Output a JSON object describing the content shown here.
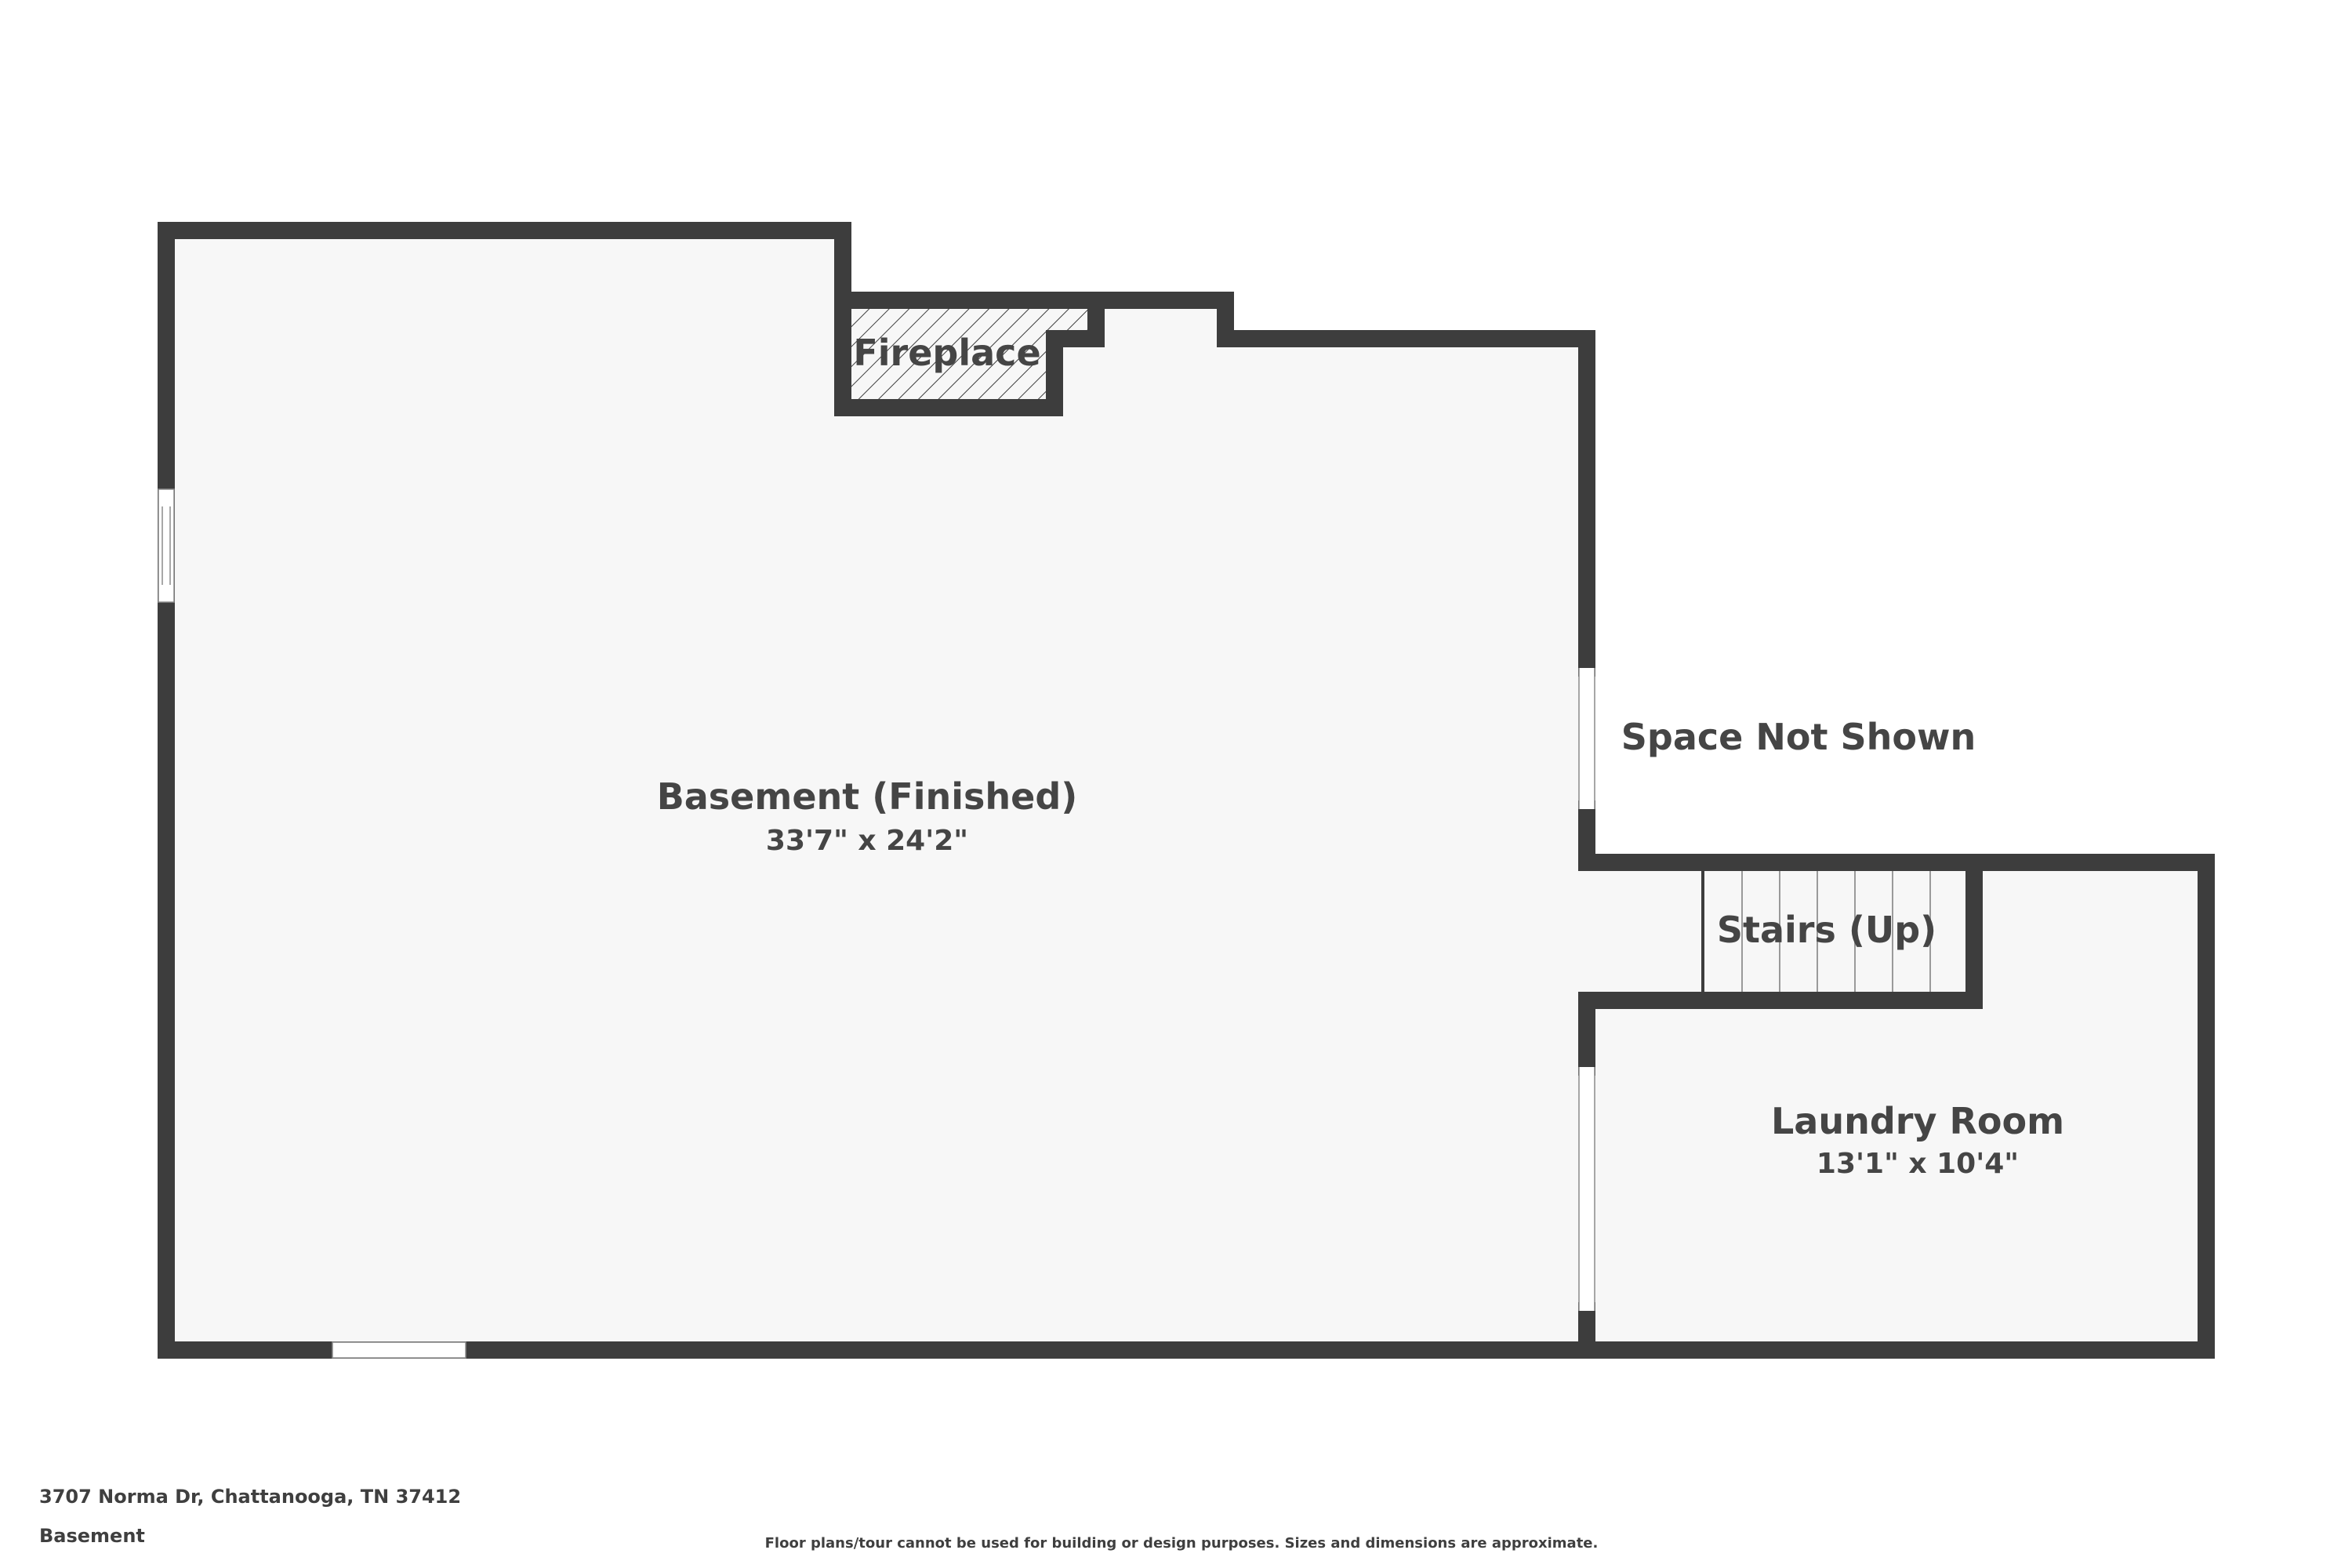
{
  "rooms": {
    "basement": {
      "name": "Basement (Finished)",
      "dimensions": "33'7\" x 24'2\""
    },
    "laundry": {
      "name": "Laundry Room",
      "dimensions": "13'1\" x 10'4\""
    },
    "stairs": {
      "name": "Stairs (Up)"
    },
    "fireplace": {
      "name": "Fireplace"
    },
    "space_not_shown": {
      "name": "Space Not Shown"
    }
  },
  "footer": {
    "address": "3707 Norma Dr, Chattanooga, TN 37412",
    "level": "Basement",
    "disclaimer": "Floor plans/tour cannot be used for building or design purposes. Sizes and dimensions are approximate."
  },
  "colors": {
    "wall": "#3d3d3d",
    "floor": "#f7f7f7",
    "text": "#454545",
    "background": "#ffffff"
  }
}
